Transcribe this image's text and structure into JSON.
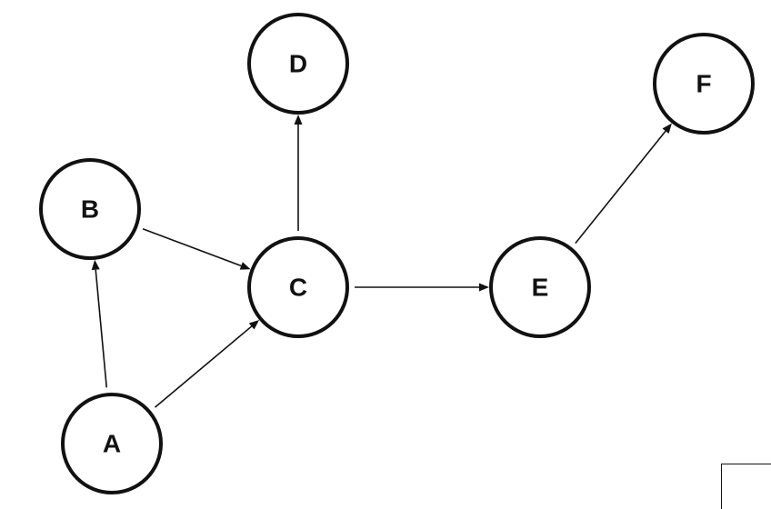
{
  "diagram": {
    "nodes": [
      {
        "id": "A",
        "label": "A"
      },
      {
        "id": "B",
        "label": "B"
      },
      {
        "id": "C",
        "label": "C"
      },
      {
        "id": "D",
        "label": "D"
      },
      {
        "id": "E",
        "label": "E"
      },
      {
        "id": "F",
        "label": "F"
      }
    ],
    "edges": [
      {
        "from": "A",
        "to": "B"
      },
      {
        "from": "A",
        "to": "C"
      },
      {
        "from": "B",
        "to": "C"
      },
      {
        "from": "C",
        "to": "D"
      },
      {
        "from": "C",
        "to": "E"
      },
      {
        "from": "E",
        "to": "F"
      }
    ],
    "colors": {
      "stroke": "#111111",
      "fill": "#ffffff"
    }
  }
}
